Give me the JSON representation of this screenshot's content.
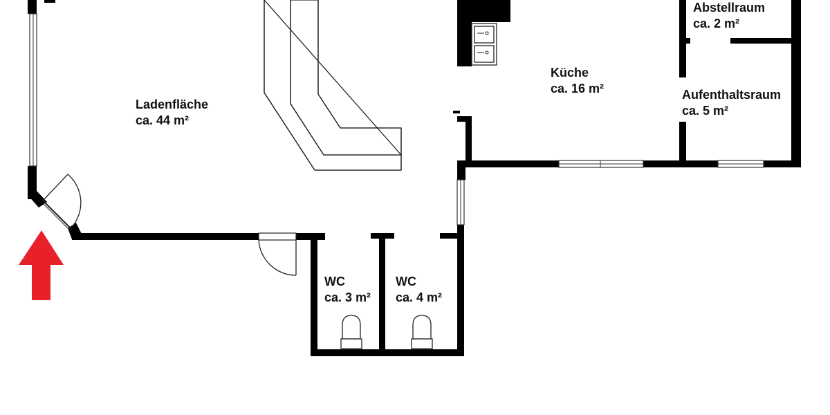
{
  "rooms": [
    {
      "name": "Ladenfläche",
      "area": "ca. 44 m²"
    },
    {
      "name": "Küche",
      "area": "ca. 16 m²"
    },
    {
      "name": "Abstellraum",
      "area": "ca. 2 m²"
    },
    {
      "name": "Aufenthaltsraum",
      "area": "ca. 5 m²"
    },
    {
      "name": "WC",
      "area": "ca. 3 m²"
    },
    {
      "name": "WC",
      "area": "ca. 4 m²"
    }
  ],
  "colors": {
    "walls": "#000000",
    "background": "#ffffff",
    "entrance_arrow": "#e8202a"
  },
  "icons": [
    "entrance-arrow-icon",
    "sink-icon",
    "toilet-icon",
    "door-swing-icon"
  ]
}
